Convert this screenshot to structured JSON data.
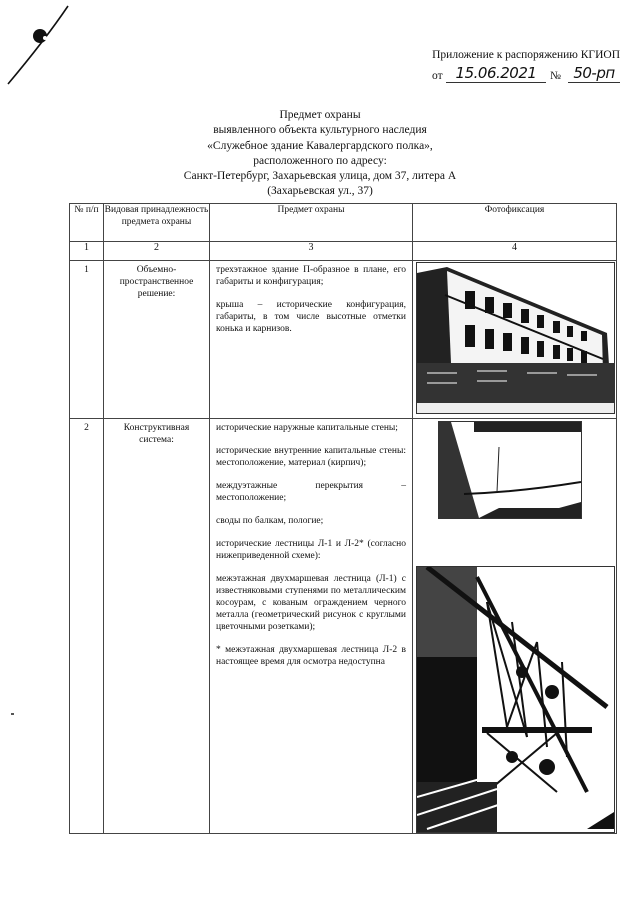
{
  "header": {
    "appendix_label": "Приложение к распоряжению КГИОП",
    "date_prefix": "от",
    "date_value": "15.06.2021",
    "number_prefix": "№",
    "number_value": "50-рп"
  },
  "title": {
    "line1": "Предмет охраны",
    "line2": "выявленного объекта культурного наследия",
    "line3": "«Служебное здание Кавалергардского полка»,",
    "line4": "расположенного по адресу:",
    "line5": "Санкт-Петербург, Захарьевская улица, дом 37, литера А",
    "line6": "(Захарьевская ул., 37)"
  },
  "table": {
    "columns": [
      {
        "label": "№ п/п",
        "number": "1"
      },
      {
        "label": "Видовая принадлежность предмета охраны",
        "number": "2"
      },
      {
        "label": "Предмет охраны",
        "number": "3"
      },
      {
        "label": "Фотофиксация",
        "number": "4"
      }
    ],
    "rows": [
      {
        "num": "1",
        "type": "Объемно-пространственное решение:",
        "items": [
          "трехэтажное здание П-образное в плане, его габариты и конфигурация;",
          "крыша – исторические конфигурация, габариты, в том числе высотные отметки конька и карнизов."
        ],
        "photos": [
          "building-facade-photo"
        ]
      },
      {
        "num": "2",
        "type": "Конструктивная система:",
        "items": [
          "исторические наружные капитальные стены;",
          "исторические внутренние капитальные стены: местоположение, материал (кирпич);",
          "междуэтажные перекрытия – местоположение;",
          "своды по балкам, пологие;",
          "исторические лестницы Л-1 и Л-2* (согласно нижеприведенной схеме):",
          "межэтажная двухмаршевая лестница (Л-1) с известняковыми ступенями по металлическим косоурам, с кованым ограждением черного металла (геометрический рисунок с круглыми цветочными розетками);",
          "* межэтажная двухмаршевая лестница Л-2 в настоящее время для осмотра недоступна"
        ],
        "photos": [
          "vaulted-ceiling-photo",
          "staircase-railing-photo"
        ]
      }
    ]
  }
}
